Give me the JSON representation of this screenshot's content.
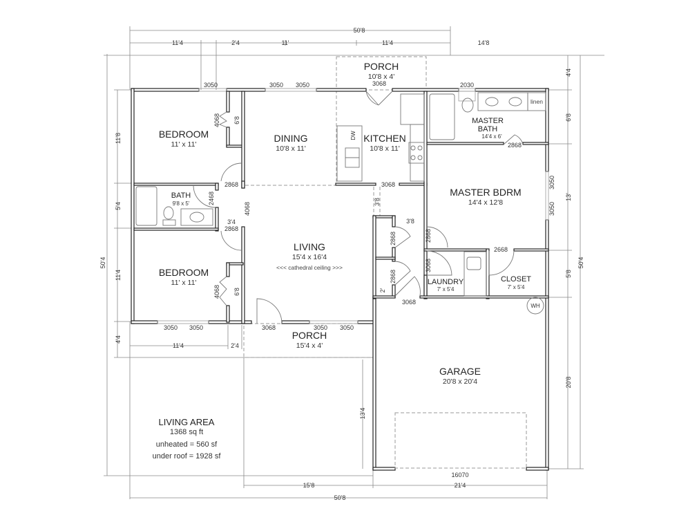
{
  "rooms": {
    "porch_top": {
      "name": "PORCH",
      "size": "10'8 x 4'"
    },
    "bedroom_top": {
      "name": "BEDROOM",
      "size": "11' x 11'"
    },
    "dining": {
      "name": "DINING",
      "size": "10'8 x 11'"
    },
    "kitchen": {
      "name": "KITCHEN",
      "size": "10'8 x 11'"
    },
    "master_bath": {
      "name_line1": "MASTER",
      "name_line2": "BATH",
      "size": "14'4 x 6'"
    },
    "master_bdrm": {
      "name": "MASTER BDRM",
      "size": "14'4 x 12'8"
    },
    "bath": {
      "name": "BATH",
      "size": "9'8 x 5'"
    },
    "living": {
      "name": "LIVING",
      "size": "15'4 x 16'4",
      "note": "<<< cathedral ceiling >>>"
    },
    "bedroom_bottom": {
      "name": "BEDROOM",
      "size": "11' x 11'"
    },
    "laundry": {
      "name": "LAUNDRY",
      "size": "7' x 5'4"
    },
    "closet": {
      "name": "CLOSET",
      "size": "7' x 5'4"
    },
    "porch_bottom": {
      "name": "PORCH",
      "size": "15'4 x 4'"
    },
    "garage": {
      "name": "GARAGE",
      "size": "20'8 x 20'4"
    }
  },
  "fixtures": {
    "dishwasher": "DW",
    "water_heater": "WH",
    "linen": "linen"
  },
  "door_window_codes": {
    "top_bedroom_window": "3050",
    "dining_window_1": "3050",
    "dining_window_2": "3050",
    "porch_door": "3068",
    "master_bath_window": "2030",
    "bedroom_top_closet": "4068",
    "bedroom_top_closet_depth": "6'8",
    "master_bath_door": "2868",
    "bedroom_top_door": "2868",
    "bath_door": "2468",
    "hall_closet": "4068",
    "hall_width": "3'4",
    "bedroom_bottom_door": "2868",
    "kitchen_opening": "3068",
    "kitchen_passage": "3'8",
    "master_bdrm_window_1": "3050",
    "master_bdrm_window_2": "3050",
    "hall2_width": "3'8",
    "closet1_door": "2868",
    "master_bdrm_door": "2868",
    "closet_door": "2668",
    "laundry_door": "3068",
    "closet2_door": "2868",
    "closet2_depth": "2'",
    "garage_entry_door": "3068",
    "bedroom_bottom_closet": "4068",
    "bedroom_bottom_closet_depth": "6'8",
    "bedroom_bottom_window_1": "3050",
    "bedroom_bottom_window_2": "3050",
    "front_door": "3068",
    "living_window_1": "3050",
    "living_window_2": "3050",
    "garage_door": "16070"
  },
  "dimensions": {
    "top_total": "50'8",
    "top_segments": [
      "11'4",
      "2'4",
      "11'",
      "11'4",
      "14'8"
    ],
    "left_total": "50'4",
    "left_segments": [
      "11'8",
      "5'4",
      "11'4",
      "4'4"
    ],
    "right_total": "50'4",
    "right_segments": [
      "4'4",
      "6'8",
      "13'",
      "5'8",
      "20'8"
    ],
    "bottom_porch_segments": [
      "11'4",
      "2'4"
    ],
    "bottom_segments": [
      "15'8",
      "21'4"
    ],
    "bottom_total": "50'8",
    "recess_depth": "13'4"
  },
  "summary": {
    "title": "LIVING AREA",
    "living_sqft": "1368 sq ft",
    "unheated": "unheated = 560 sf",
    "under_roof": "under roof = 1928 sf"
  }
}
